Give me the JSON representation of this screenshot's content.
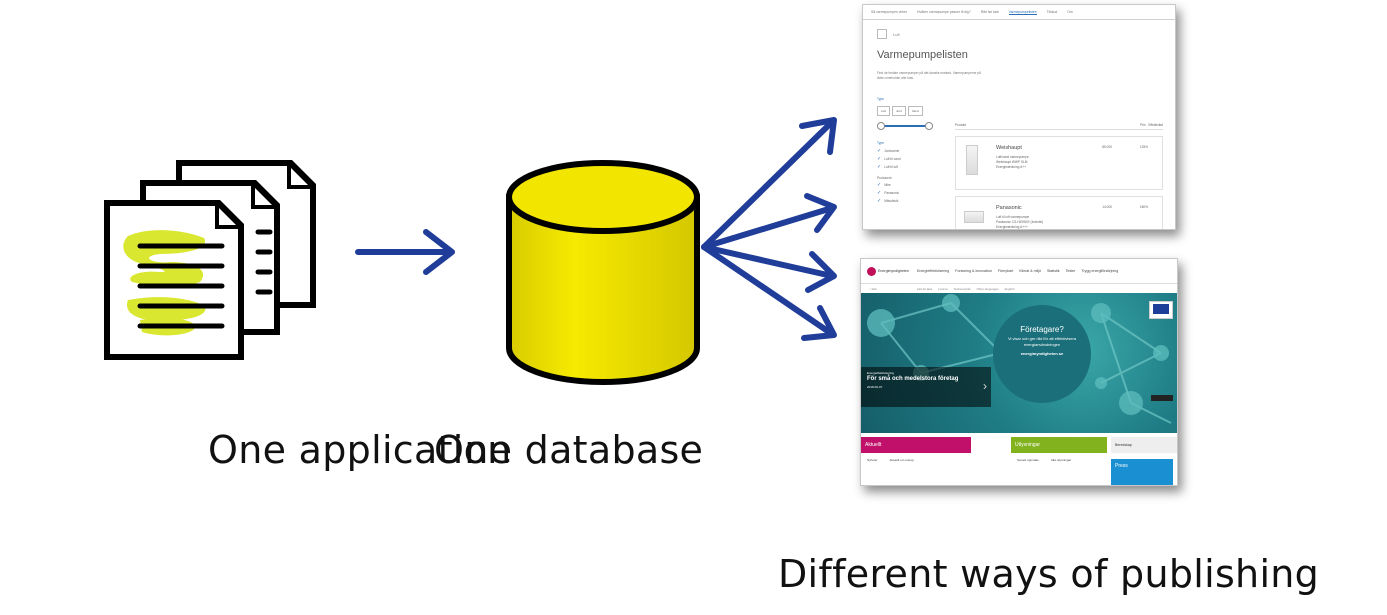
{
  "captions": {
    "application": "One application",
    "database": "One database",
    "publishing": "Different ways of publishing"
  },
  "colors": {
    "arrow": "#1f3d99",
    "database_fill": "#f2e600",
    "highlight": "#d8e626"
  },
  "icons": {
    "documents": "stacked-documents-icon",
    "database": "database-cylinder-icon",
    "arrow": "arrow-right-icon"
  },
  "screenshot_heatpump": {
    "nav": [
      "Så varmepumpen virker",
      "Hvilken varmepumpe passer til dig?",
      "Råd før køb",
      "Varmepumpelisten",
      "Tilskud",
      "Om"
    ],
    "crumb": "Luft",
    "title": "Varmepumpelisten",
    "intro": "Find de bedste varmepumper på det danske marked. Varmepumperne på listen overholder alle krav.",
    "filter_label": "Type",
    "filter_buttons": [
      "Luft",
      "Jord",
      "Vand"
    ],
    "checks_label": "Type",
    "checks": [
      "Jordvarme",
      "Luft til vand",
      "Luft til luft"
    ],
    "checks2_label": "Producent",
    "checks2": [
      "Nibe",
      "Panasonic",
      "Mitsubishi"
    ],
    "results_header": "Produkt",
    "results_cols": [
      "Pris",
      "Effektivitet"
    ],
    "products": [
      {
        "name": "Weishaupt",
        "meta": [
          "Luft/vand varmepumpe",
          "Weishaupt WWP SLM",
          "Energimærkning A++"
        ],
        "price": "85.000",
        "eff": "125%"
      },
      {
        "name": "Panasonic",
        "meta": [
          "Luft til luft varmepumpe",
          "Panasonic CS-HZ9SKE (Indedel)",
          "Energimærkning A+++"
        ],
        "price": "14.000",
        "eff": "180%"
      }
    ]
  },
  "screenshot_site": {
    "logo": "Energimyndigheten",
    "nav": [
      "Energieffektivisering",
      "Forskning & innovation",
      "Förnybart",
      "Klimat & miljö",
      "Statistik",
      "Tester",
      "Trygg energiförsörjning"
    ],
    "search": "Sök",
    "tools": [
      "Lätt att läsa",
      "Lyssna",
      "Teckenspråk",
      "Other languages",
      "English"
    ],
    "circle_title": "Företagare?",
    "circle_text": "Vi visar och ger råd för att effektivisera energianvändningen",
    "circle_url": "energimyndigheten.se",
    "news_tag": "Energieffektivisering",
    "news_title": "För små och medelstora företag",
    "news_date": "2018-06-07",
    "band_pink": "Aktuellt",
    "band_green": "Utlysningar",
    "band_grey": "Beredskap",
    "row_pink": [
      "Nyheter",
      "Aktuellt om energi"
    ],
    "row_green": [
      "Senast öppnade",
      "Alla utlysningar"
    ],
    "press": "Press"
  }
}
